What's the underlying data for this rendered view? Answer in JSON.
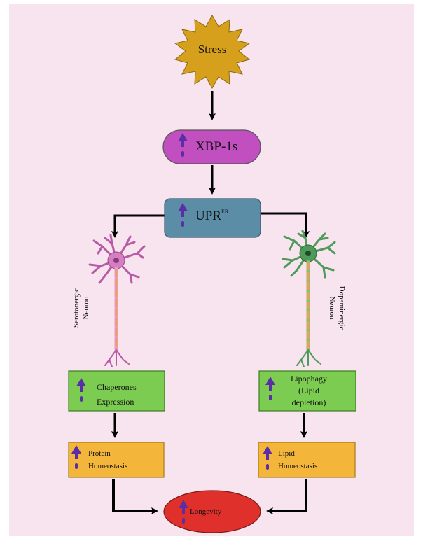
{
  "nodes": {
    "stress": {
      "label": "Stress"
    },
    "xbp1s": {
      "label": "XBP-1s"
    },
    "upr": {
      "label": "UPR",
      "superscript": "ER"
    },
    "serotonergic": {
      "label_line1": "Serotonergic",
      "label_line2": "Neuron"
    },
    "dopaminergic": {
      "label_line1": "Dopaminergic",
      "label_line2": "Neuron"
    },
    "chaperones": {
      "line1": "Chaperones",
      "line2": "Expression"
    },
    "lipophagy": {
      "line1": "Lipophagy",
      "line2": "(Lipid",
      "line3": "depletion)"
    },
    "protein": {
      "line1": "Protein",
      "line2": "Homeostasis"
    },
    "lipid": {
      "line1": "Lipid",
      "line2": "Homeostasis"
    },
    "longevity": {
      "label": "Longevity"
    }
  },
  "colors": {
    "background": "#f7e4ee",
    "stress_fill": "#d6a01c",
    "xbp1s_fill": "#c24fc0",
    "upr_fill": "#5b8ea6",
    "effect_box_fill": "#7ccc52",
    "homeostasis_fill": "#f3b53a",
    "longevity_fill": "#e0302b",
    "up_arrow": "#5a2ea6",
    "serotonergic_neuron": "#d47fc1",
    "dopaminergic_neuron": "#4f9a5a"
  }
}
